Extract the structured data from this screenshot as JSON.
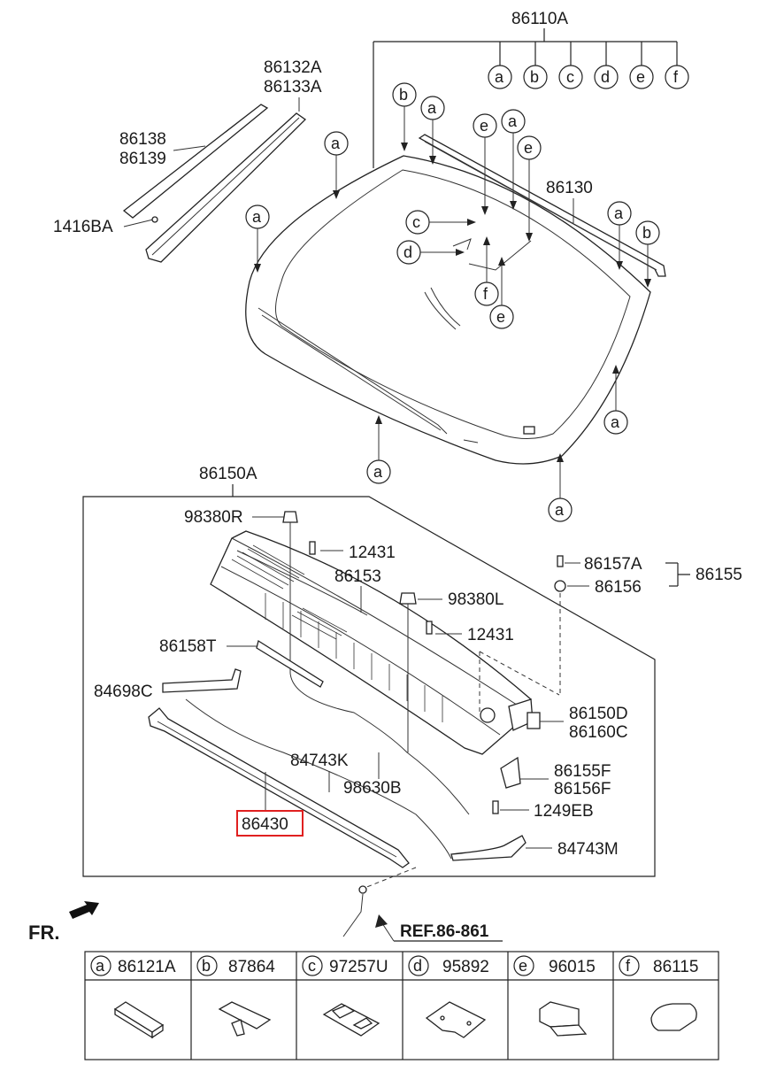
{
  "windshield": {
    "assy": "86110A",
    "moulding_upper": "86132A",
    "moulding_upper2": "86133A",
    "clip1": "86138",
    "clip2": "86139",
    "screw": "1416BA",
    "moulding_top": "86130"
  },
  "cowl": {
    "assy": "86150A",
    "nozzle_r": "98380R",
    "nozzle_l": "98380L",
    "screw_r": "12431",
    "screw_l": "12431",
    "cover": "86153",
    "seal": "86158T",
    "hose_a": "84698C",
    "hose_b": "84743K",
    "hose_c": "98630B",
    "part_highlight": "86430",
    "hose_m": "84743M",
    "bracket_a": "86150D",
    "bracket_b": "86160C",
    "clip_a": "86155F",
    "clip_b": "86156F",
    "bolt": "1249EB",
    "grommet_a": "86157A",
    "grommet_b": "86156",
    "grommet_assy": "86155"
  },
  "front_label": "FR.",
  "ref_label": "REF.86-861",
  "letters": {
    "a": "a",
    "b": "b",
    "c": "c",
    "d": "d",
    "e": "e",
    "f": "f"
  },
  "legend": [
    {
      "letter": "a",
      "code": "86121A"
    },
    {
      "letter": "b",
      "code": "87864"
    },
    {
      "letter": "c",
      "code": "97257U"
    },
    {
      "letter": "d",
      "code": "95892"
    },
    {
      "letter": "e",
      "code": "96015"
    },
    {
      "letter": "f",
      "code": "86115"
    }
  ]
}
